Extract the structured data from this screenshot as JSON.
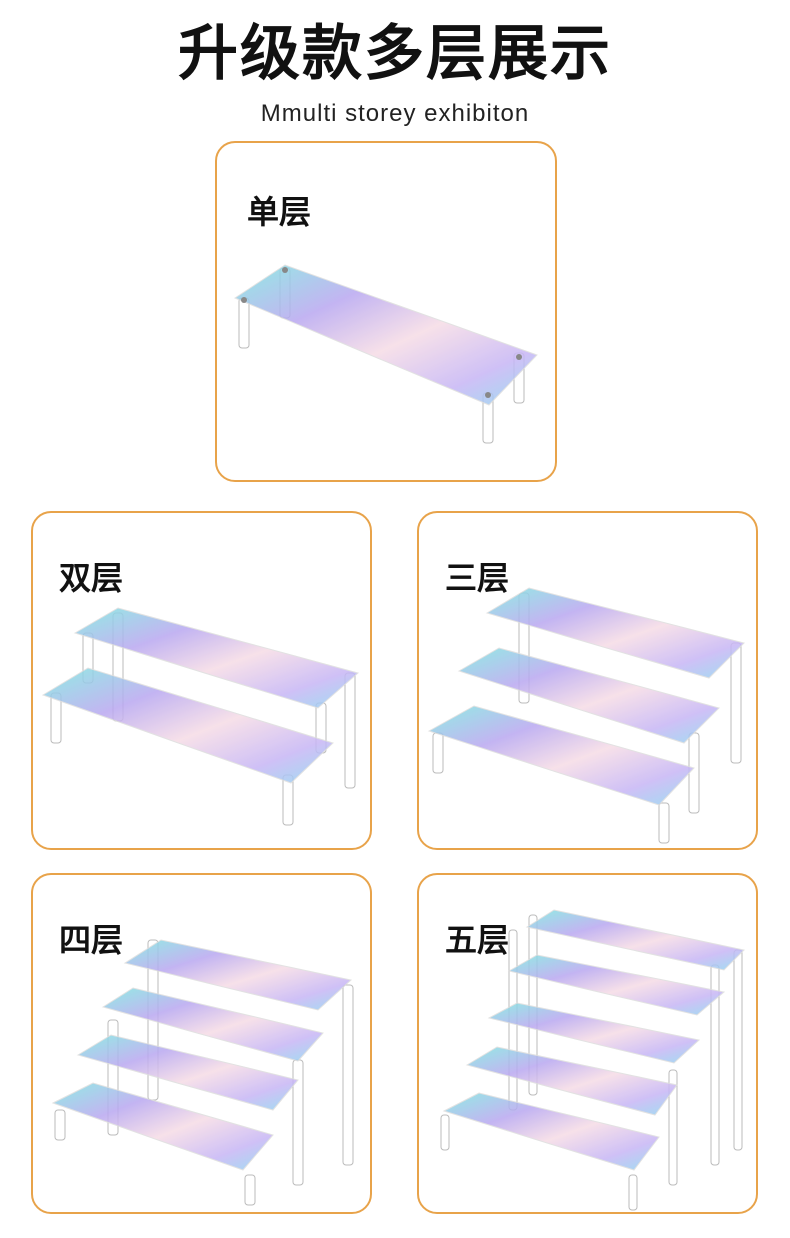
{
  "header": {
    "title": "升级款多层展示",
    "subtitle": "Mmulti storey exhibiton"
  },
  "theme": {
    "border_color": "#E8A34A",
    "shelf_gradient": [
      "#7FE8E0",
      "#B9A8F0",
      "#F6DCE6",
      "#C7B6F5",
      "#8FD8F0"
    ]
  },
  "cards": [
    {
      "label": "单层",
      "tiers": 1
    },
    {
      "label": "双层",
      "tiers": 2
    },
    {
      "label": "三层",
      "tiers": 3
    },
    {
      "label": "四层",
      "tiers": 4
    },
    {
      "label": "五层",
      "tiers": 5
    }
  ]
}
